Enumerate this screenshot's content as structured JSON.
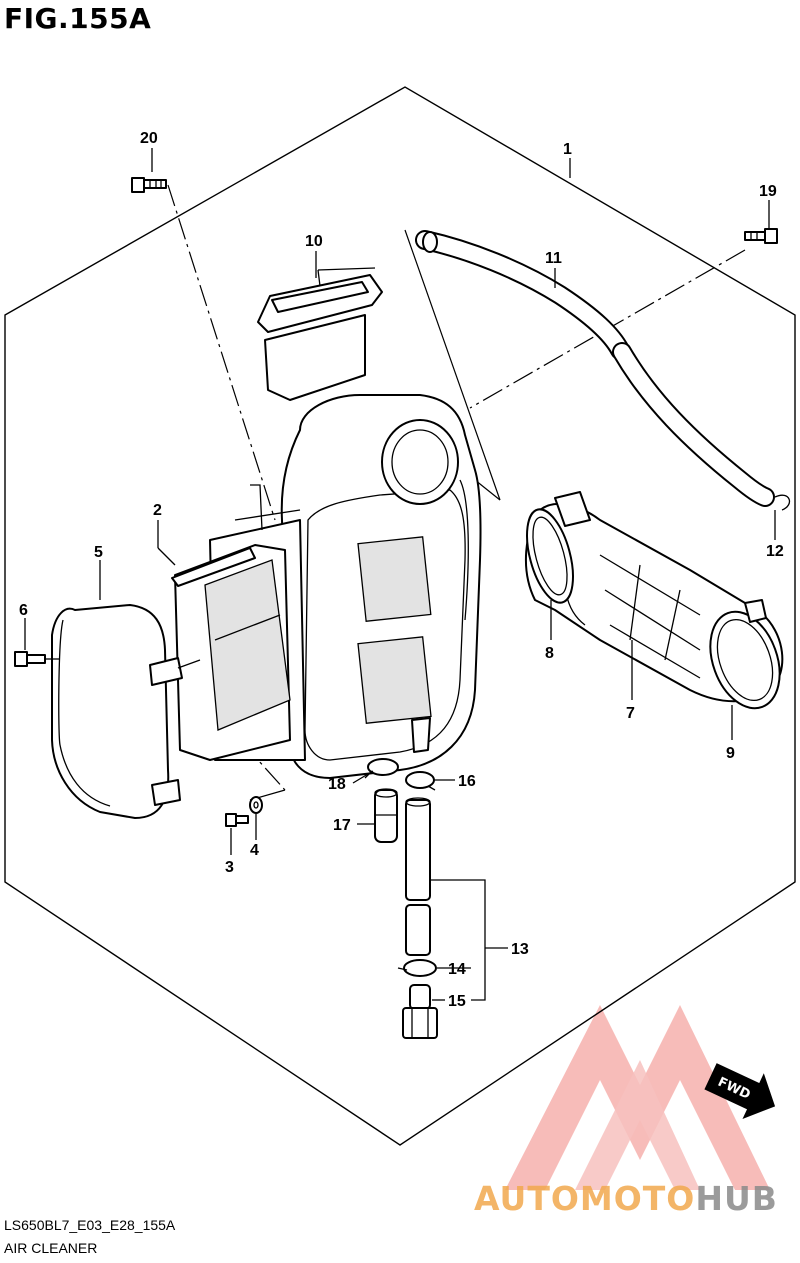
{
  "figure": {
    "title": "FIG.155A",
    "model_code": "LS650BL7_E03_E28_155A",
    "section_name": "AIR CLEANER"
  },
  "callouts": [
    {
      "id": "c1",
      "label": "1"
    },
    {
      "id": "c2",
      "label": "2"
    },
    {
      "id": "c3",
      "label": "3"
    },
    {
      "id": "c4",
      "label": "4"
    },
    {
      "id": "c5",
      "label": "5"
    },
    {
      "id": "c6",
      "label": "6"
    },
    {
      "id": "c7",
      "label": "7"
    },
    {
      "id": "c8",
      "label": "8"
    },
    {
      "id": "c9",
      "label": "9"
    },
    {
      "id": "c10",
      "label": "10"
    },
    {
      "id": "c11",
      "label": "11"
    },
    {
      "id": "c12",
      "label": "12"
    },
    {
      "id": "c13",
      "label": "13"
    },
    {
      "id": "c14",
      "label": "14"
    },
    {
      "id": "c15",
      "label": "15"
    },
    {
      "id": "c16",
      "label": "16"
    },
    {
      "id": "c17",
      "label": "17"
    },
    {
      "id": "c18",
      "label": "18"
    },
    {
      "id": "c19",
      "label": "19"
    },
    {
      "id": "c20",
      "label": "20"
    }
  ],
  "direction_marker": {
    "label": "FWD"
  },
  "watermark": {
    "text_part1": "AUTOMOTO",
    "text_part2": "HUB",
    "color_primary": "#f4a3a0",
    "color_secondary": "#f2a94e",
    "color_tertiary": "#8a8a8a"
  }
}
